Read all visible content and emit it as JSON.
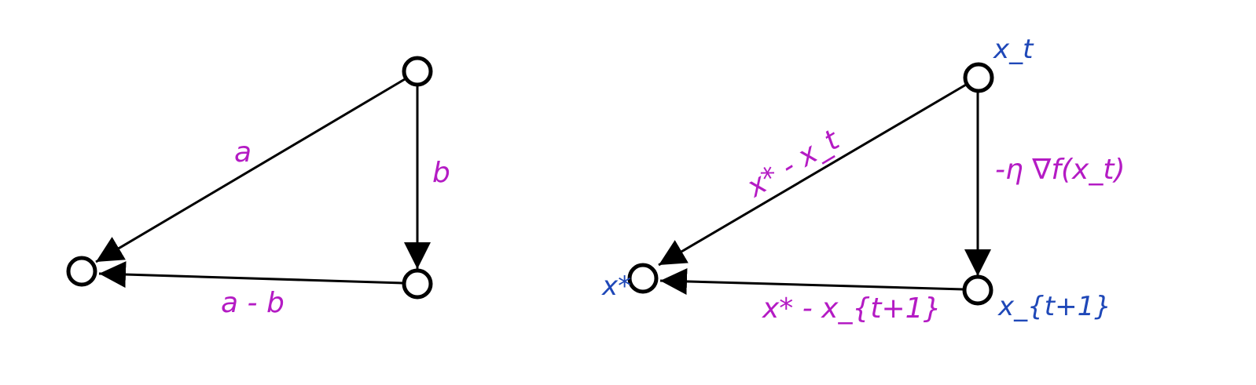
{
  "colors": {
    "edge": "#000000",
    "edge_label": "#b41bc4",
    "node_label": "#1f48b8",
    "background": "#ffffff"
  },
  "left_diagram": {
    "edge_labels": {
      "a": "a",
      "b": "b",
      "a_minus_b": "a - b"
    }
  },
  "right_diagram": {
    "node_labels": {
      "x_t": "x_t",
      "x_t1": "x_{t+1}",
      "x_star": "x*"
    },
    "edge_labels": {
      "diag": "x* - x_t",
      "vert": "-η ∇f(x_t)",
      "bottom": "x* - x_{t+1}"
    }
  }
}
